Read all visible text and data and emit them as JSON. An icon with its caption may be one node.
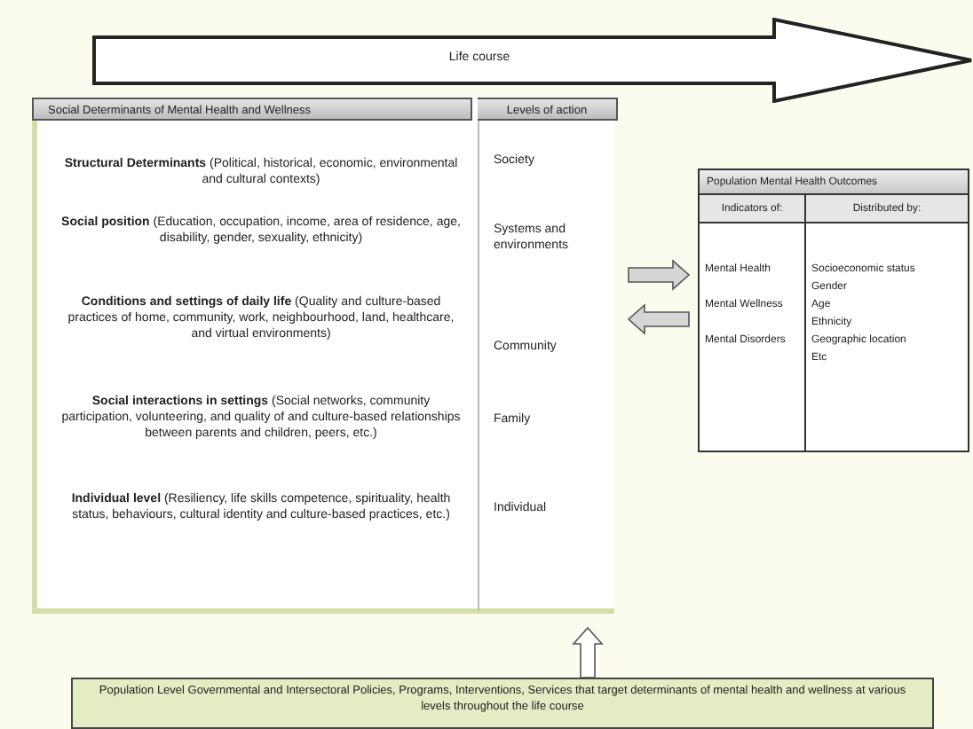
{
  "diagram": {
    "nodes": [
      {
        "text": [
          "Life course"
        ]
      },
      {
        "text": [
          "Social Determinants of Mental Health and Wellness"
        ]
      },
      {
        "text": [
          "**Structural Determinants** (Political, historical, economic, environmental and cultural contexts)",
          "**Social position** (Education, occupation, income, area of residence, age, disability, gender, sexuality, ethnicity)",
          "**Conditions and settings of daily life** (Quality and culture-based practices of home, community, work, neighbourhood, land, healthcare, and virtual environments)",
          "**Social interactions in settings** (Social networks, community participation, volunteering, and quality of and culture-based relationships between parents and children, peers, etc.)",
          "**Individual level** (Resiliency, life skills competence, spirituality, health status, behaviours, cultural identity and culture-based practices, etc.)"
        ],
        "in": 1
      },
      {
        "text": [
          "Levels of action",
          "Society",
          "Systems and environments",
          "Community",
          "Family",
          "Individual"
        ],
        "in": 1
      },
      {
        "text": [
          "Population Mental Health Outcomes",
          "Indicators of:",
          "Distributed by:",
          "Mental Health",
          "Mental Wellness",
          "Mental Disorders",
          "Socioeconomic status",
          "Gender",
          "Age",
          "Ethnicity",
          "Geographic location",
          "Etc"
        ]
      },
      {
        "text": [
          "Population Level Governmental and Intersectoral Policies, Programs, Interventions, Services that target determinants of mental health and wellness at various levels throughout the life course"
        ]
      }
    ],
    "edges": [
      {
        "from": 1,
        "to": 4,
        "arrow": "to"
      },
      {
        "from": 4,
        "to": 1,
        "arrow": "to"
      },
      {
        "from": 5,
        "to": 1,
        "arrow": "to"
      }
    ]
  }
}
